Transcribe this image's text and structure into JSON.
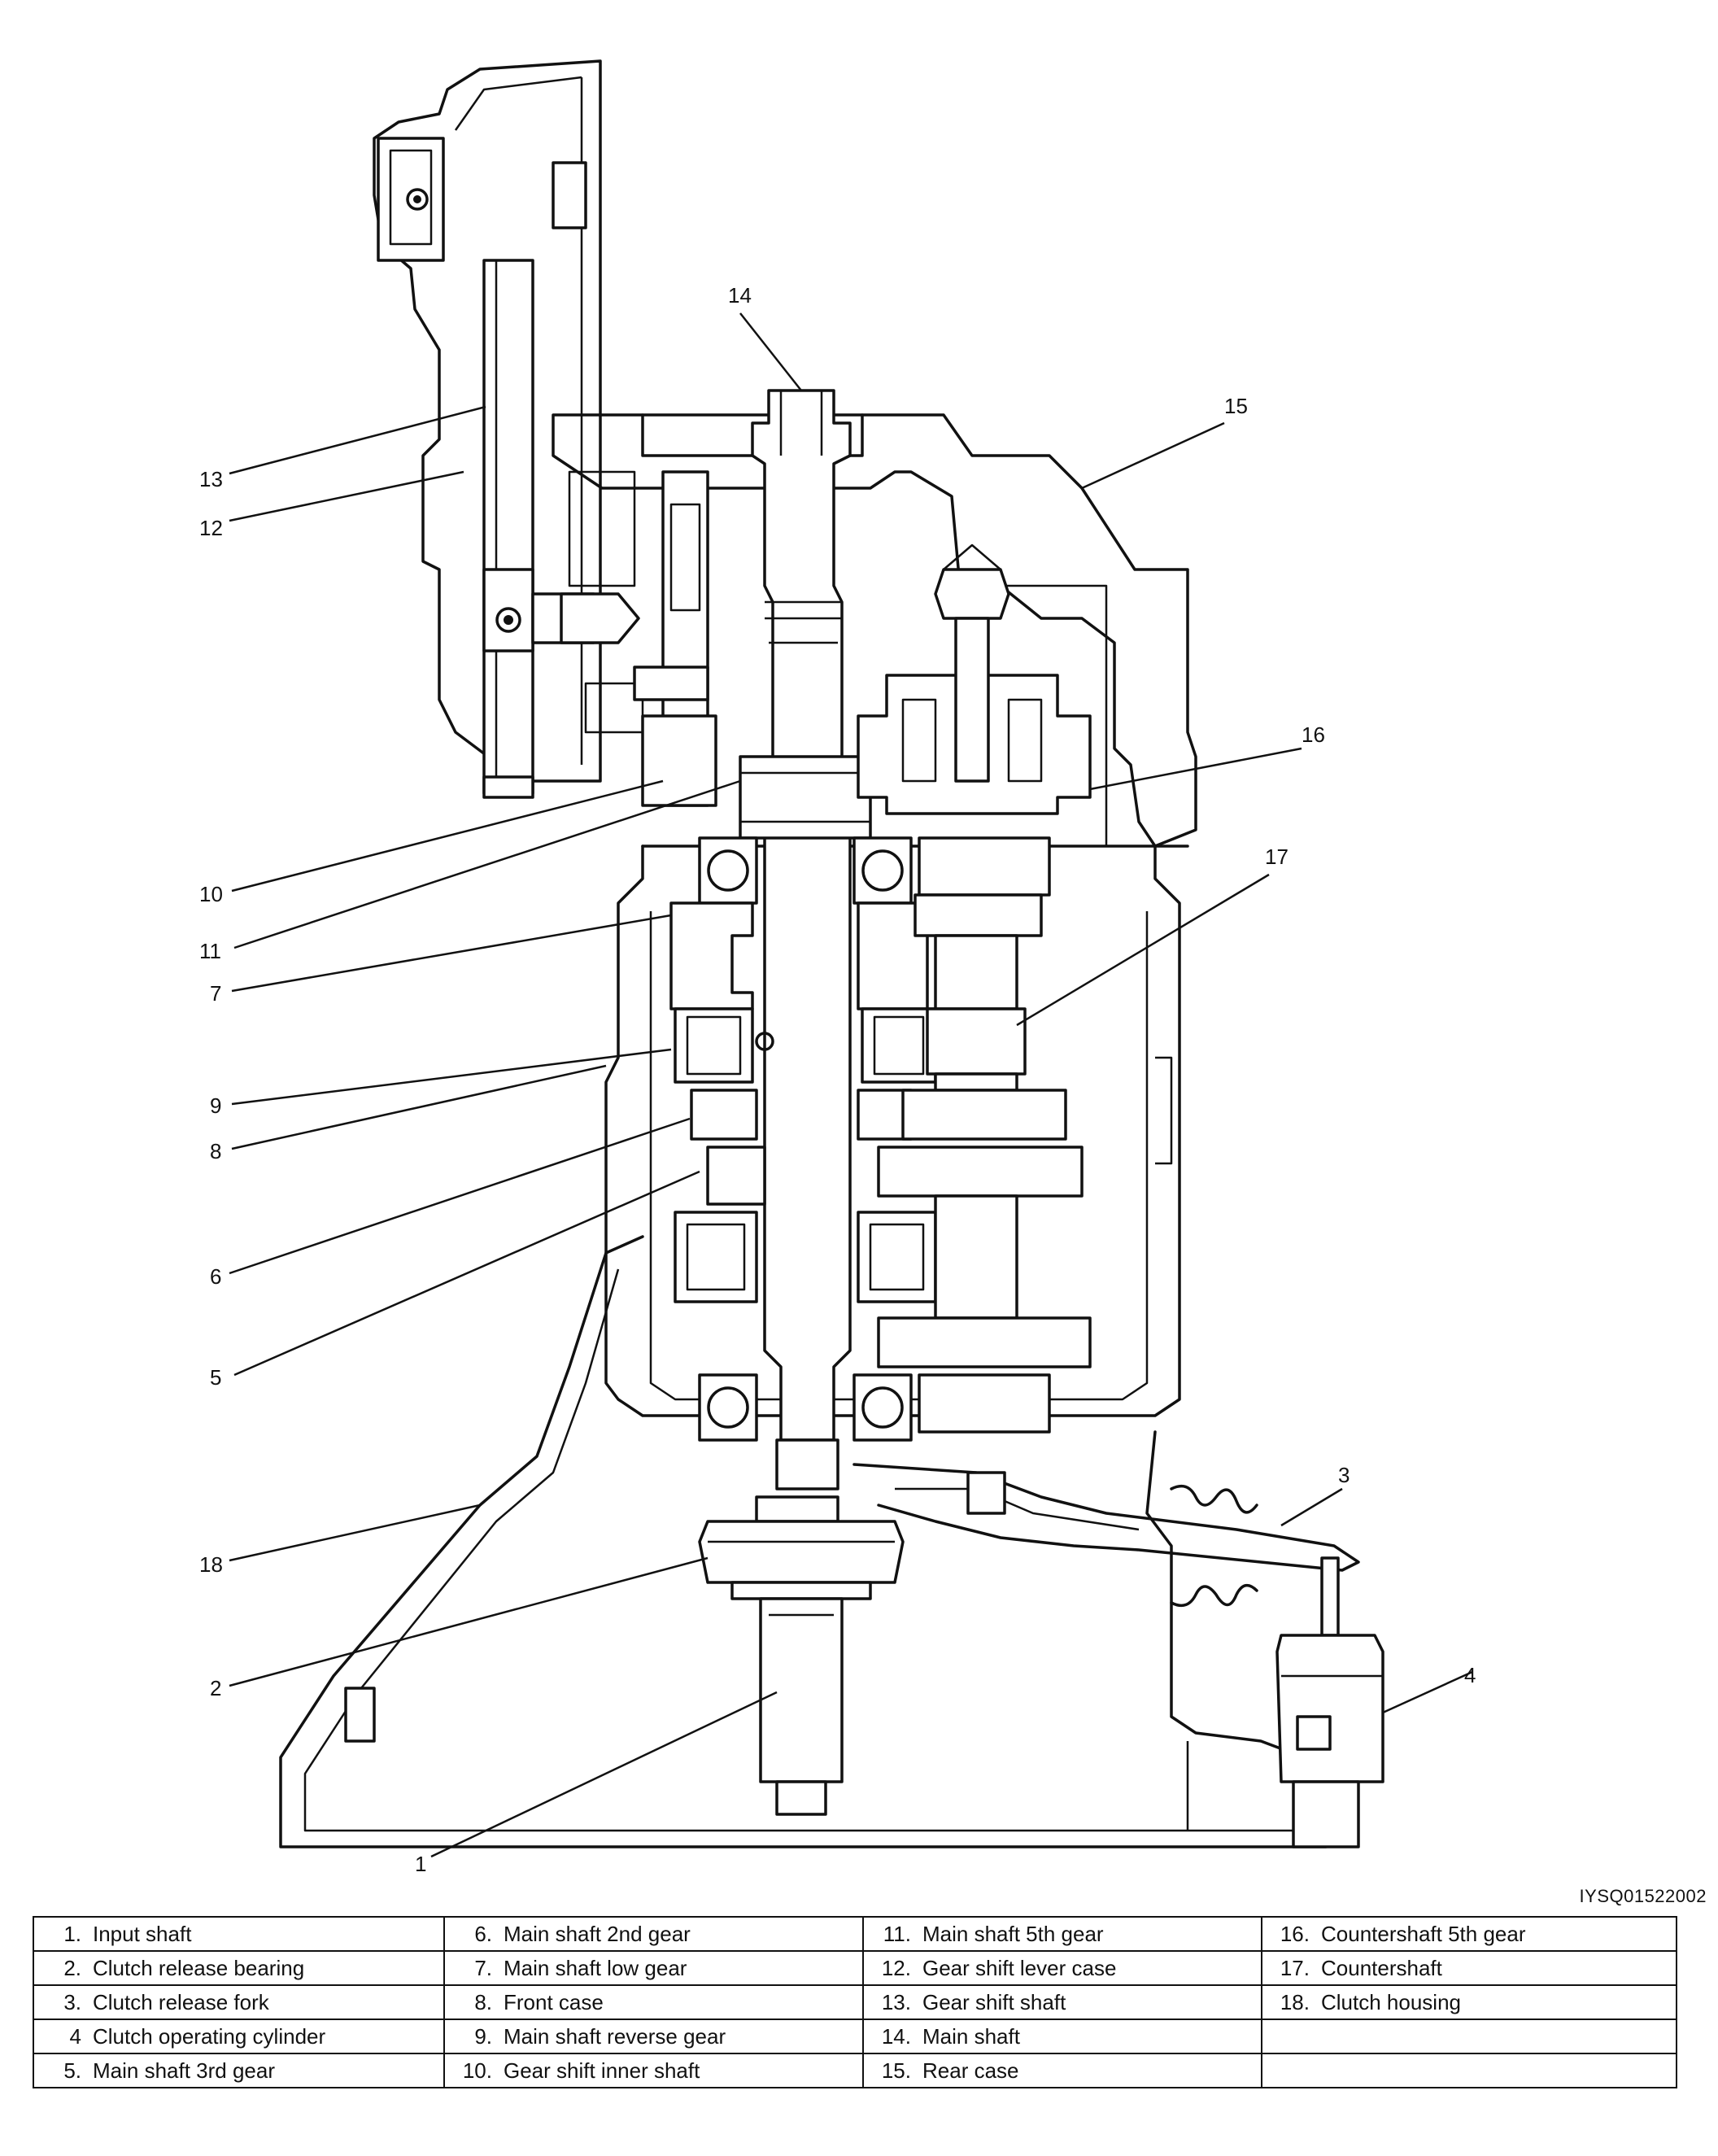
{
  "figure_code": "IYSQ01522002",
  "callouts": [
    "1",
    "2",
    "3",
    "4",
    "5",
    "6",
    "7",
    "8",
    "9",
    "10",
    "11",
    "12",
    "13",
    "14",
    "15",
    "16",
    "17",
    "18"
  ],
  "legend": {
    "columns": [
      [
        {
          "num": "1.",
          "label": "Input shaft"
        },
        {
          "num": "2.",
          "label": "Clutch release bearing"
        },
        {
          "num": "3.",
          "label": "Clutch release fork"
        },
        {
          "num": "4",
          "label": "Clutch operating cylinder"
        },
        {
          "num": "5.",
          "label": "Main shaft 3rd gear"
        }
      ],
      [
        {
          "num": "6.",
          "label": "Main shaft 2nd gear"
        },
        {
          "num": "7.",
          "label": "Main shaft low gear"
        },
        {
          "num": "8.",
          "label": "Front case"
        },
        {
          "num": "9.",
          "label": "Main shaft reverse gear"
        },
        {
          "num": "10.",
          "label": "Gear shift inner shaft"
        }
      ],
      [
        {
          "num": "11.",
          "label": "Main shaft 5th gear"
        },
        {
          "num": "12.",
          "label": "Gear shift lever case"
        },
        {
          "num": "13.",
          "label": "Gear shift shaft"
        },
        {
          "num": "14.",
          "label": "Main shaft"
        },
        {
          "num": "15.",
          "label": "Rear case"
        }
      ],
      [
        {
          "num": "16.",
          "label": "Countershaft 5th gear"
        },
        {
          "num": "17.",
          "label": "Countershaft"
        },
        {
          "num": "18.",
          "label": "Clutch housing"
        },
        {
          "num": "",
          "label": ""
        },
        {
          "num": "",
          "label": ""
        }
      ]
    ]
  }
}
